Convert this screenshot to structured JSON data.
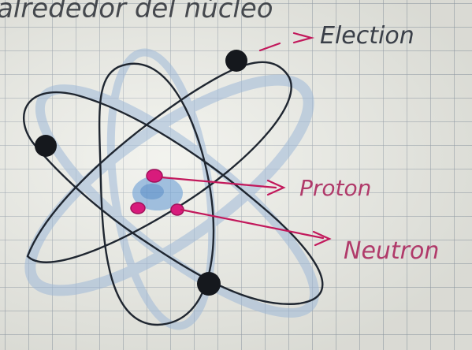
{
  "header_text": "alrededor del núcleo",
  "labels": {
    "electron": "Election",
    "proton": "Proton",
    "neutron": "Neutron"
  },
  "colors": {
    "ink": "#1f2630",
    "label_ink": "#c2185b",
    "electron_label_ink": "#3a3f48",
    "nucleus_shade": "#6a9fd6",
    "orbit_shade": "#9fb9d8",
    "particle": "#d81b7c"
  }
}
